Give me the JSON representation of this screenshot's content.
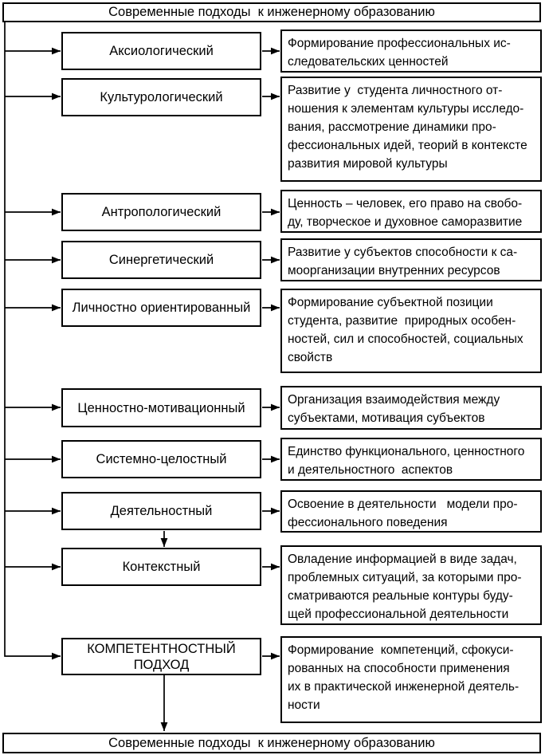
{
  "colors": {
    "line": "#000000",
    "background": "#ffffff",
    "text": "#000000"
  },
  "banner_top": "Современные подходы  к инженерному образованию",
  "banner_bottom": "Современные подходы  к инженерному образованию",
  "rows": [
    {
      "label": "Аксиологический",
      "desc": "Формирование профессиональных ис-\nследовательских ценностей"
    },
    {
      "label": "Культурологический",
      "desc": "Развитие у  студента личностного от-\nношения к элементам культуры исследо-\nвания, рассмотрение динамики про-\nфессиональных идей, теорий в контексте\nразвития мировой культуры"
    },
    {
      "label": "Антропологический",
      "desc": "Ценность – человек, его право на свобо-\nду, творческое и духовное саморазвитие"
    },
    {
      "label": "Синергетический",
      "desc": "Развитие у субъектов способности к са-\nмоорганизации внутренних ресурсов"
    },
    {
      "label": "Личностно ориентированный",
      "desc": "Формирование субъектной позиции\nстудента, развитие  природных особен-\nностей, сил и способностей, социальных\nсвойств"
    },
    {
      "label": "Ценностно-мотивационный",
      "desc": "Организация взаимодействия между\nсубъектами, мотивация субъектов"
    },
    {
      "label": "Системно-целостный",
      "desc": "Единство функционального, ценностного\nи деятельностного  аспектов"
    },
    {
      "label": "Деятельностный",
      "desc": "Освоение в деятельности   модели про-\nфессионального поведения"
    },
    {
      "label": "Контекстный",
      "desc": "Овладение информацией в виде задач,\nпроблемных ситуаций, за которыми про-\nсматриваются реальные контуры буду-\nщей профессиональной деятельности"
    },
    {
      "label": "КОМПЕТЕНТНОСТНЫЙ\nПОДХОД",
      "desc": "Формирование  компетенций, сфокуси-\nрованных на способности применения\nих в практической инженерной деятель-\nности"
    }
  ]
}
